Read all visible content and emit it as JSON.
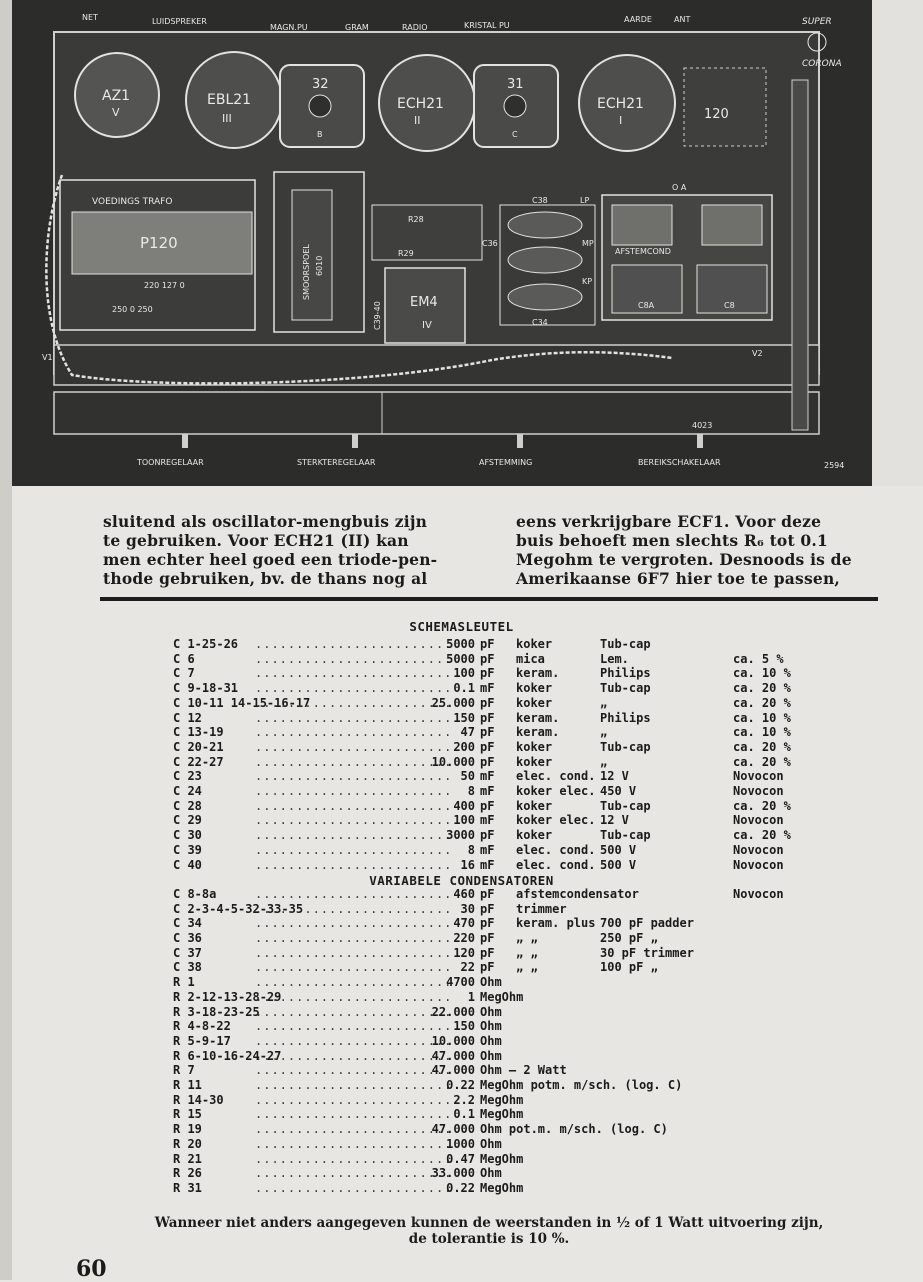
{
  "figure": {
    "top_labels": [
      "NET",
      "LUIDSPREKER",
      "MAGN.PU",
      "GRAM",
      "RADIO",
      "KRISTAL PU",
      "AARDE",
      "ANT"
    ],
    "logo_lines": [
      "SUPER",
      "CORONA"
    ],
    "tubes": [
      {
        "label": "AZ1",
        "roman": "V"
      },
      {
        "label": "EBL21",
        "roman": "III"
      },
      {
        "label": "32",
        "roman": "B"
      },
      {
        "label": "ECH21",
        "roman": "II"
      },
      {
        "label": "31",
        "roman": "C"
      },
      {
        "label": "ECH21",
        "roman": "I"
      }
    ],
    "box_120": "120",
    "transformer": {
      "name": "VOEDINGS TRAFO",
      "code": "P120",
      "taps": "220 127 0",
      "taps2": "250 0 250"
    },
    "choke": {
      "name": "SMOORSPOEL",
      "code": "6010"
    },
    "em4": {
      "label": "EM4",
      "roman": "IV"
    },
    "coil_labels": [
      "C38",
      "LP",
      "MP",
      "C36",
      "KP",
      "C34"
    ],
    "resistors": [
      "R28",
      "R29"
    ],
    "cap_labels": [
      "C39-40",
      "C8A",
      "C8"
    ],
    "afstem": "AFSTEMCOND",
    "oa": "O A",
    "v_labels": [
      "V1",
      "V2"
    ],
    "code_4023": "4023",
    "bottom_labels": [
      "TOONREGELAAR",
      "STERKTEREGELAAR",
      "AFSTEMMING",
      "BEREIKSCHAKELAAR"
    ],
    "fig_number": "2594"
  },
  "intro": {
    "left_lines": [
      "sluitend als oscillator-mengbuis zijn",
      "te gebruiken. Voor ECH21 (II) kan",
      "men echter heel goed een triode-pen-",
      "thode gebruiken, bv. de thans nog al"
    ],
    "right_lines": [
      "eens verkrijgbare ECF1. Voor deze",
      "buis behoeft men slechts R₆ tot 0.1",
      "Megohm te vergroten. Desnoods is de",
      "Amerikaanse 6F7 hier toe te passen,"
    ]
  },
  "key": {
    "title": "SCHEMASLEUTEL",
    "capacitors": [
      {
        "name": "C 1-25-26",
        "value": "5000",
        "unit": "pF",
        "type": "koker",
        "extra": "Tub-cap",
        "tol": ""
      },
      {
        "name": "C 6",
        "value": "5000",
        "unit": "pF",
        "type": "mica",
        "extra": "Lem.",
        "tol": "ca.  5 %"
      },
      {
        "name": "C 7",
        "value": "100",
        "unit": "pF",
        "type": "keram.",
        "extra": "Philips",
        "tol": "ca. 10 %"
      },
      {
        "name": "C 9-18-31",
        "value": "0.1",
        "unit": "mF",
        "type": "koker",
        "extra": "Tub-cap",
        "tol": "ca. 20 %"
      },
      {
        "name": "C 10-11 14-15-16-17",
        "value": "25.000",
        "unit": "pF",
        "type": "koker",
        "extra": "„",
        "tol": "ca. 20 %"
      },
      {
        "name": "C 12",
        "value": "150",
        "unit": "pF",
        "type": "keram.",
        "extra": "Philips",
        "tol": "ca. 10 %"
      },
      {
        "name": "C 13-19",
        "value": "47",
        "unit": "pF",
        "type": "keram.",
        "extra": "„",
        "tol": "ca. 10 %"
      },
      {
        "name": "C 20-21",
        "value": "200",
        "unit": "pF",
        "type": "koker",
        "extra": "Tub-cap",
        "tol": "ca. 20 %"
      },
      {
        "name": "C 22-27",
        "value": "10.000",
        "unit": "pF",
        "type": "koker",
        "extra": "„",
        "tol": "ca. 20 %"
      },
      {
        "name": "C 23",
        "value": "50",
        "unit": "mF",
        "type": "elec. cond.",
        "extra": "  12 V",
        "tol": "Novocon"
      },
      {
        "name": "C 24",
        "value": "8",
        "unit": "mF",
        "type": "koker elec.",
        "extra": " 450 V",
        "tol": "Novocon"
      },
      {
        "name": "C 28",
        "value": "400",
        "unit": "pF",
        "type": "koker",
        "extra": "Tub-cap",
        "tol": "ca. 20 %"
      },
      {
        "name": "C 29",
        "value": "100",
        "unit": "mF",
        "type": "koker elec.",
        "extra": "  12 V",
        "tol": "Novocon"
      },
      {
        "name": "C 30",
        "value": "3000",
        "unit": "pF",
        "type": "koker",
        "extra": "Tub-cap",
        "tol": "ca. 20 %"
      },
      {
        "name": "C 39",
        "value": "8",
        "unit": "mF",
        "type": "elec. cond.",
        "extra": " 500 V",
        "tol": "Novocon"
      },
      {
        "name": "C 40",
        "value": "16",
        "unit": "mF",
        "type": "elec. cond.",
        "extra": " 500 V",
        "tol": "Novocon"
      }
    ],
    "variable_title": "VARIABELE CONDENSATOREN",
    "variable": [
      {
        "name": "C 8-8a",
        "value": "460",
        "unit": "pF",
        "type": "afstemcondensator",
        "extra": "",
        "tol": "Novocon"
      },
      {
        "name": "C 2-3-4-5-32-33-35",
        "value": "30",
        "unit": "pF",
        "type": "trimmer",
        "extra": "",
        "tol": ""
      },
      {
        "name": "C 34",
        "value": "470",
        "unit": "pF",
        "type": "keram.  plus",
        "extra": " 700 pF padder",
        "tol": ""
      },
      {
        "name": "C 36",
        "value": "220",
        "unit": "pF",
        "type": "  „      „",
        "extra": " 250 pF  „",
        "tol": ""
      },
      {
        "name": "C 37",
        "value": "120",
        "unit": "pF",
        "type": "  „      „",
        "extra": "  30 pF trimmer",
        "tol": ""
      },
      {
        "name": "C 38",
        "value": "22",
        "unit": "pF",
        "type": "  „      „",
        "extra": " 100 pF    „",
        "tol": ""
      }
    ],
    "resistors": [
      {
        "name": "R 1",
        "value": "4700",
        "unit": "Ohm"
      },
      {
        "name": "R 2-12-13-28-29",
        "value": "1",
        "unit": "MegOhm"
      },
      {
        "name": "R 3-18-23-25",
        "value": "22.000",
        "unit": "Ohm"
      },
      {
        "name": "R 4-8-22",
        "value": "150",
        "unit": "Ohm"
      },
      {
        "name": "R 5-9-17",
        "value": "10.000",
        "unit": "Ohm"
      },
      {
        "name": "R 6-10-16-24-27",
        "value": "47.000",
        "unit": "Ohm"
      },
      {
        "name": "R 7",
        "value": "47.000",
        "unit": "Ohm — 2 Watt"
      },
      {
        "name": "R 11",
        "value": "0.22",
        "unit": "MegOhm  potm.  m/sch.  (log. C)"
      },
      {
        "name": "R 14-30",
        "value": "2.2",
        "unit": "MegOhm"
      },
      {
        "name": "R 15",
        "value": "0.1",
        "unit": "MegOhm"
      },
      {
        "name": "R 19",
        "value": "47.000",
        "unit": "Ohm      pot.m.  m/sch.  (log.  C)"
      },
      {
        "name": "R 20",
        "value": "1000",
        "unit": "Ohm"
      },
      {
        "name": "R 21",
        "value": "0.47",
        "unit": "MegOhm"
      },
      {
        "name": "R 26",
        "value": "33.000",
        "unit": "Ohm"
      },
      {
        "name": "R 31",
        "value": "0.22",
        "unit": "MegOhm"
      }
    ]
  },
  "footnote": {
    "line1": "Wanneer niet anders aangegeven kunnen de weerstanden in ½ of 1 Watt uitvoering zijn,",
    "line2": "de tolerantie is 10 %."
  },
  "page_number": "60"
}
